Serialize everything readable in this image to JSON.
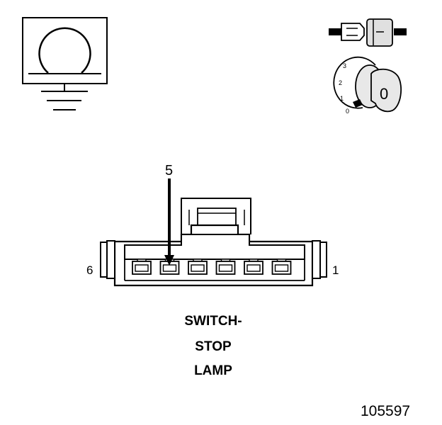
{
  "ohm_symbol": {
    "glyph": "Ω"
  },
  "ignition_key": {
    "positions": [
      "3",
      "2",
      "1",
      "0"
    ],
    "key_label": "0"
  },
  "connector": {
    "pin_callout": "5",
    "left_pin_number": "6",
    "right_pin_number": "1"
  },
  "caption": {
    "line1": "SWITCH-",
    "line2": "STOP",
    "line3": "LAMP"
  },
  "figure_number": "105597"
}
